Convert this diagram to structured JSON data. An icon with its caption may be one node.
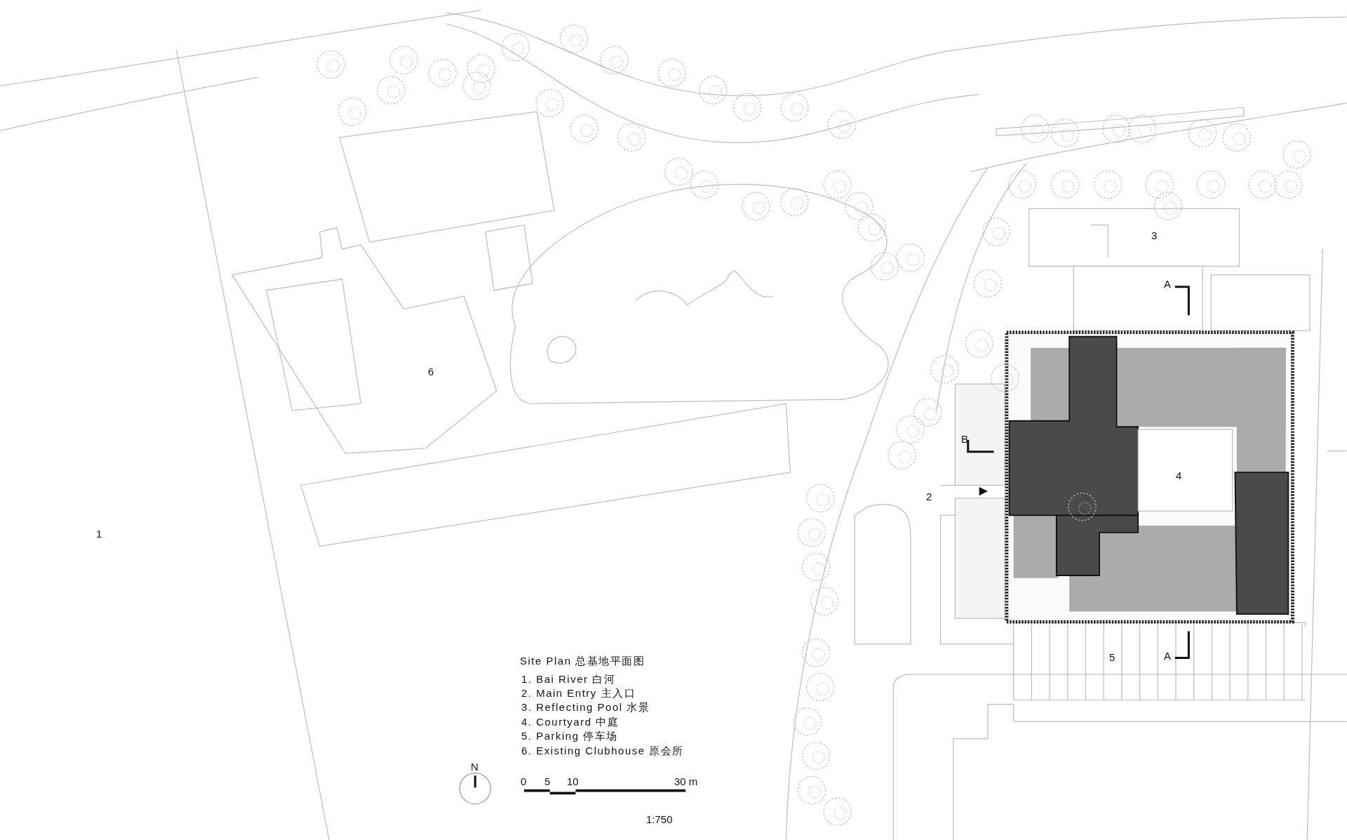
{
  "diagram": {
    "title": "Site Plan 总基地平面图",
    "labels": [
      "3",
      "A",
      "6",
      "B",
      "4",
      "2",
      "1",
      "5",
      "A",
      "1. Bai River 白河",
      "2. Main Entry 主入口",
      "3. Reflecting Pool 水景",
      "4. Courtyard 中庭",
      "5. Parking 停车场",
      "6. Existing Clubhouse 原会所",
      "N",
      "0",
      "5",
      "10",
      "30 m",
      "1:750"
    ]
  }
}
